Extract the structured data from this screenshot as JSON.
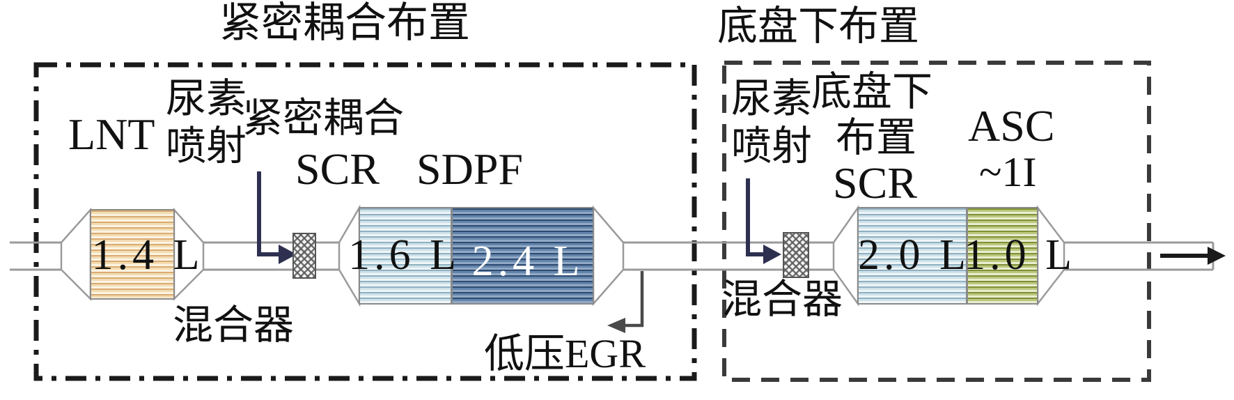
{
  "left": {
    "title": "紧密耦合布置",
    "lnt": {
      "label": "LNT",
      "volume": "1.4 L"
    },
    "urea": {
      "line1": "尿素",
      "line2": "喷射"
    },
    "scr": {
      "prefix": "紧密耦合",
      "label": "SCR",
      "volume": "1.6 L"
    },
    "sdpf": {
      "label": "SDPF",
      "volume": "2.4 L"
    },
    "mixer": {
      "label": "混合器"
    },
    "egr": {
      "label": "低压EGR"
    }
  },
  "right": {
    "title": "底盘下布置",
    "urea": {
      "line1": "尿素",
      "line2": "喷射"
    },
    "scr": {
      "line1": "底盘下",
      "line2": "布置",
      "label": "SCR",
      "volume": "2.0 L"
    },
    "asc": {
      "label": "ASC",
      "note": "~1I",
      "volume": "1.0 L"
    },
    "mixer": {
      "label": "混合器"
    }
  },
  "colors": {
    "lnt_stripe": "#e8c392",
    "scr_stripe": "#cfe2ea",
    "sdpf_stripe": "#5b7da0",
    "asc_stripe": "#aab65a",
    "pipe_outline": "#9a9a9a",
    "urea_arrow": "#2e3050",
    "left_box_border": "#1a1a1a",
    "right_box_border": "#3a3a3a"
  }
}
